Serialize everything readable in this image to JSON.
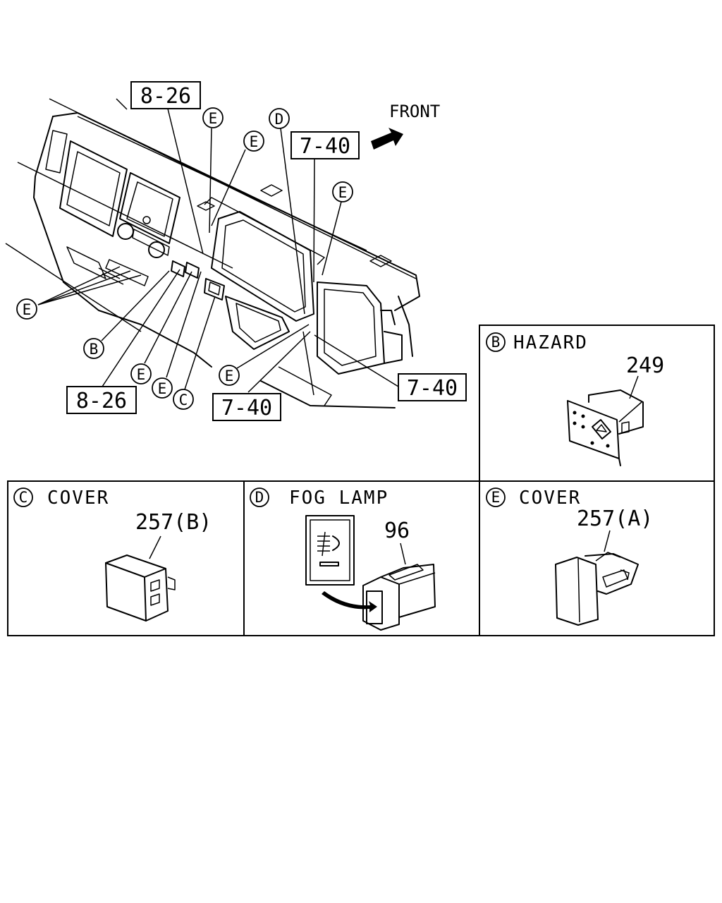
{
  "front_label": "FRONT",
  "references": {
    "ref_8_26_top": "8-26",
    "ref_8_26_bottom": "8-26",
    "ref_7_40_top": "7-40",
    "ref_7_40_right": "7-40",
    "ref_7_40_bottom": "7-40"
  },
  "callouts": {
    "b": "B",
    "c": "C",
    "d": "D",
    "e": "E"
  },
  "panels": {
    "hazard": {
      "letter": "B",
      "title": "HAZARD",
      "part": "249"
    },
    "cover_c": {
      "letter": "C",
      "title": "COVER",
      "part": "257(B)"
    },
    "fog": {
      "letter": "D",
      "title": "FOG LAMP",
      "part": "96"
    },
    "cover_e": {
      "letter": "E",
      "title": "COVER",
      "part": "257(A)"
    }
  }
}
